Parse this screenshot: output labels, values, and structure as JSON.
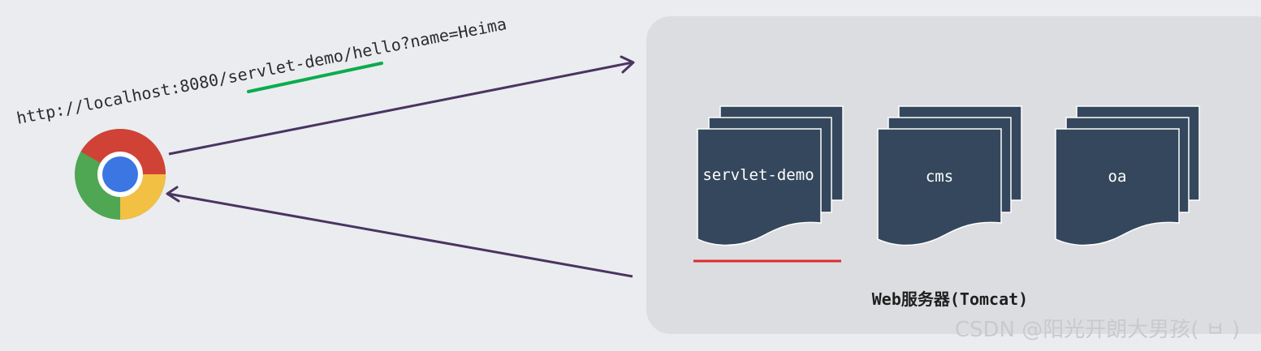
{
  "request": {
    "url": "http://localhost:8080/servlet-demo/hello?name=Heima",
    "highlighted_segment": "servlet-demo"
  },
  "browser": {
    "icon": "chrome-icon",
    "colors": {
      "red": "#d04236",
      "yellow": "#f2c042",
      "green": "#4fa653",
      "blue": "#3b76e3"
    }
  },
  "server": {
    "label": "Web服务器(Tomcat)",
    "apps": [
      {
        "label": "servlet-demo",
        "selected": true
      },
      {
        "label": "cms",
        "selected": false
      },
      {
        "label": "oa",
        "selected": false
      }
    ]
  },
  "watermark": "CSDN @阳光开朗大男孩(  ㅂ  )",
  "colors": {
    "background": "#ebecf0",
    "server_panel": "#dcdde1",
    "app_document": "#34475c",
    "arrow": "#4a3461",
    "url_highlight": "#0aac4e",
    "selected_app_underline": "#dc2c2e"
  }
}
